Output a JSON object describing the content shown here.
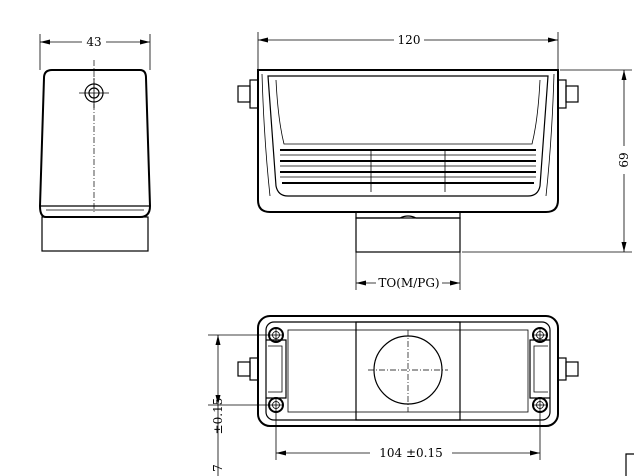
{
  "dimensions": {
    "side_width": "43",
    "front_width": "120",
    "height": "69",
    "thread": "TO(M/PG)",
    "hole_spacing": "104 ±0.15",
    "hole_spacing_vertical": "±0.15",
    "hole_spacing_vertical_partial": "7"
  }
}
